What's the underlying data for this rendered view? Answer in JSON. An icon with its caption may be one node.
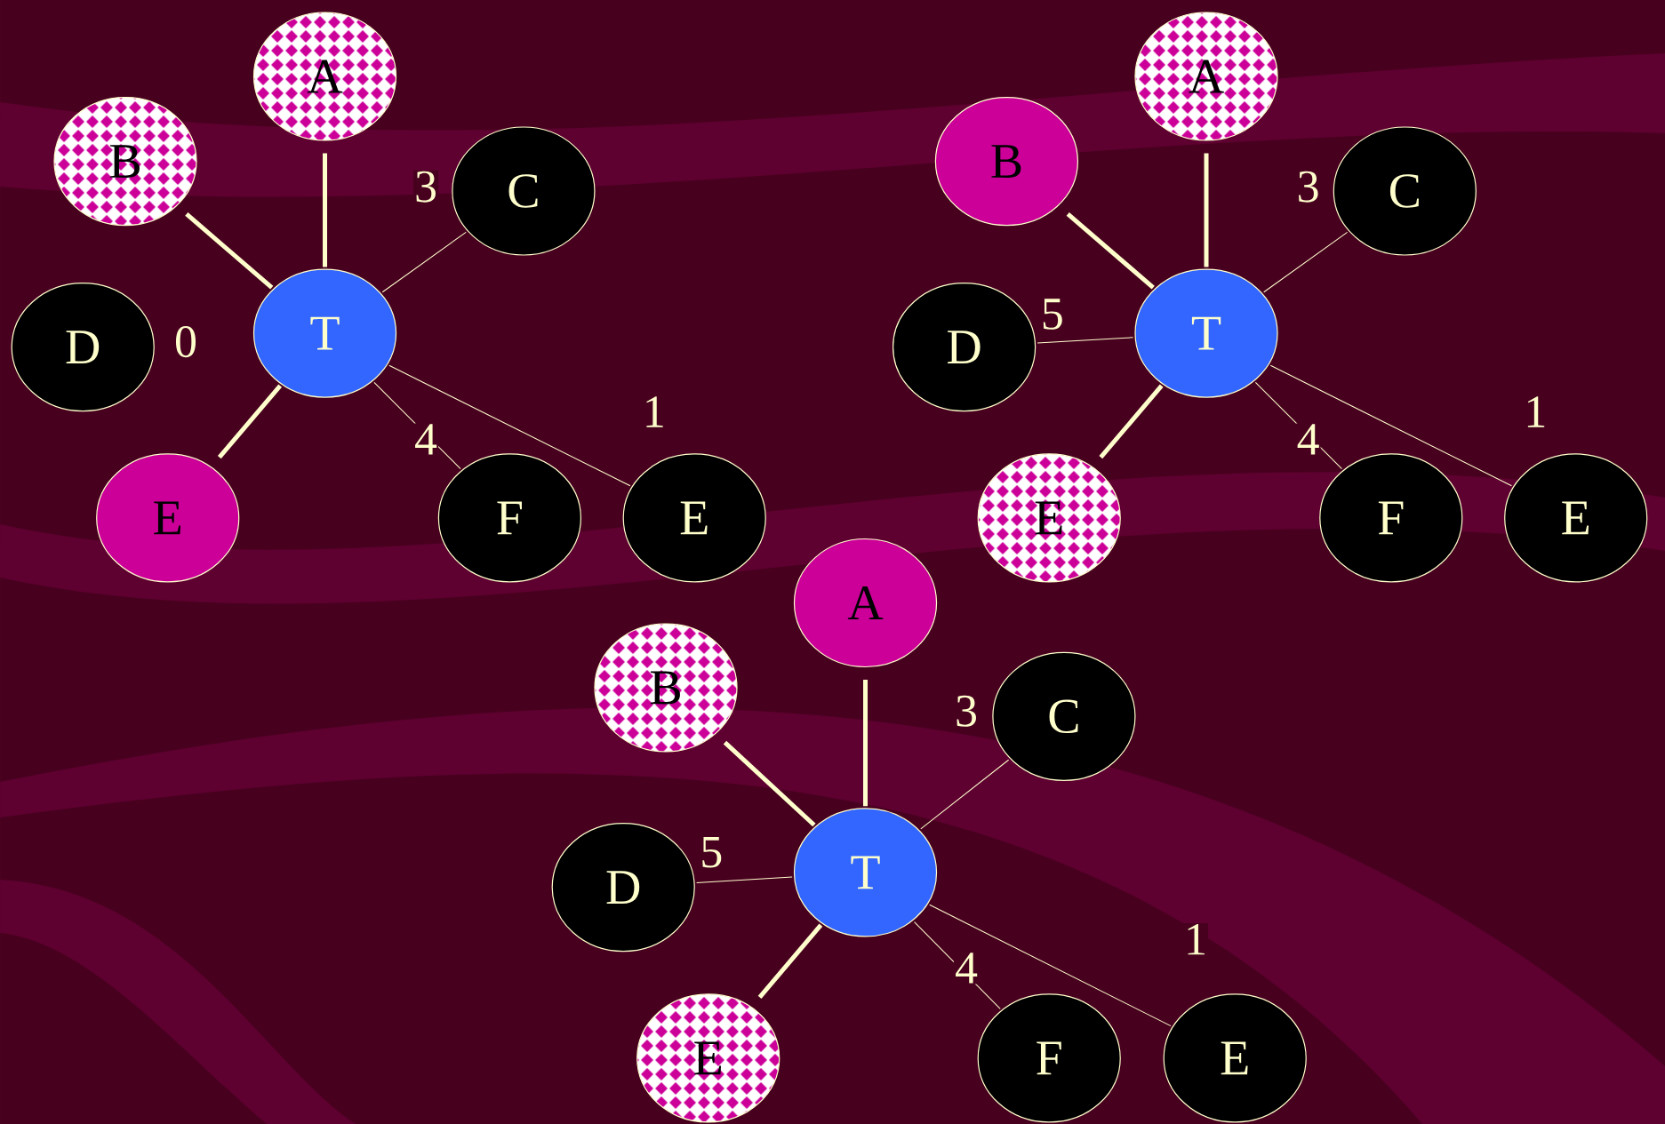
{
  "diagram": {
    "nodes": [
      {
        "text": [
          "A"
        ]
      },
      {
        "text": [
          "B"
        ]
      },
      {
        "text": [
          "C"
        ]
      },
      {
        "text": [
          "T"
        ]
      },
      {
        "text": [
          "D"
        ],
        "beside": [
          "0"
        ]
      },
      {
        "text": [
          "E"
        ]
      },
      {
        "text": [
          "F"
        ]
      },
      {
        "text": [
          "E"
        ]
      },
      {
        "text": [
          "A"
        ]
      },
      {
        "text": [
          "B"
        ]
      },
      {
        "text": [
          "C"
        ]
      },
      {
        "text": [
          "T"
        ]
      },
      {
        "text": [
          "D"
        ]
      },
      {
        "text": [
          "E"
        ]
      },
      {
        "text": [
          "F"
        ]
      },
      {
        "text": [
          "E"
        ]
      },
      {
        "text": [
          "A"
        ]
      },
      {
        "text": [
          "B"
        ]
      },
      {
        "text": [
          "C"
        ]
      },
      {
        "text": [
          "T"
        ]
      },
      {
        "text": [
          "D"
        ]
      },
      {
        "text": [
          "E"
        ]
      },
      {
        "text": [
          "F"
        ]
      },
      {
        "text": [
          "E"
        ]
      }
    ],
    "edges": [
      {
        "from": 3,
        "to": 0,
        "arrow": "none",
        "style": "thick"
      },
      {
        "from": 3,
        "to": 1,
        "arrow": "none",
        "style": "thick"
      },
      {
        "from": 3,
        "to": 2,
        "arrow": "none",
        "label": "3"
      },
      {
        "from": 3,
        "to": 5,
        "arrow": "none",
        "style": "thick"
      },
      {
        "from": 3,
        "to": 6,
        "arrow": "none",
        "label": "4"
      },
      {
        "from": 3,
        "to": 7,
        "arrow": "none",
        "label": "1"
      },
      {
        "from": 11,
        "to": 8,
        "arrow": "none",
        "style": "thick"
      },
      {
        "from": 11,
        "to": 9,
        "arrow": "none",
        "style": "thick"
      },
      {
        "from": 11,
        "to": 10,
        "arrow": "none",
        "label": "3"
      },
      {
        "from": 11,
        "to": 12,
        "arrow": "none",
        "label": "5"
      },
      {
        "from": 11,
        "to": 13,
        "arrow": "none",
        "style": "thick"
      },
      {
        "from": 11,
        "to": 14,
        "arrow": "none",
        "label": "4"
      },
      {
        "from": 11,
        "to": 15,
        "arrow": "none",
        "label": "1"
      },
      {
        "from": 19,
        "to": 16,
        "arrow": "none",
        "style": "thick"
      },
      {
        "from": 19,
        "to": 17,
        "arrow": "none",
        "style": "thick"
      },
      {
        "from": 19,
        "to": 18,
        "arrow": "none",
        "label": "3"
      },
      {
        "from": 19,
        "to": 20,
        "arrow": "none",
        "label": "5"
      },
      {
        "from": 19,
        "to": 21,
        "arrow": "none",
        "style": "thick"
      },
      {
        "from": 19,
        "to": 22,
        "arrow": "none",
        "label": "4"
      },
      {
        "from": 19,
        "to": 23,
        "arrow": "none",
        "label": "1"
      }
    ]
  }
}
